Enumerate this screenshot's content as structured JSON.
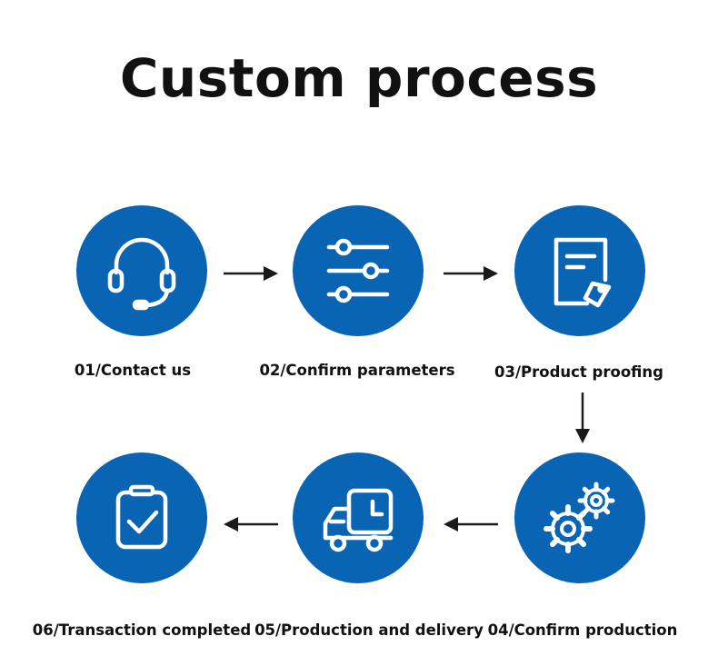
{
  "title": "Custom process",
  "colors": {
    "accent": "#0a64b4",
    "icon": "#ffffff",
    "arrow": "#1a1a1a"
  },
  "steps": [
    {
      "label": "01/Contact us",
      "icon": "headset-icon"
    },
    {
      "label": "02/Confirm parameters",
      "icon": "sliders-icon"
    },
    {
      "label": "03/Product proofing",
      "icon": "document-tag-icon"
    },
    {
      "label": "04/Confirm production",
      "icon": "gears-icon"
    },
    {
      "label": "05/Production and delivery",
      "icon": "delivery-truck-icon"
    },
    {
      "label": "06/Transaction completed",
      "icon": "clipboard-check-icon"
    }
  ]
}
